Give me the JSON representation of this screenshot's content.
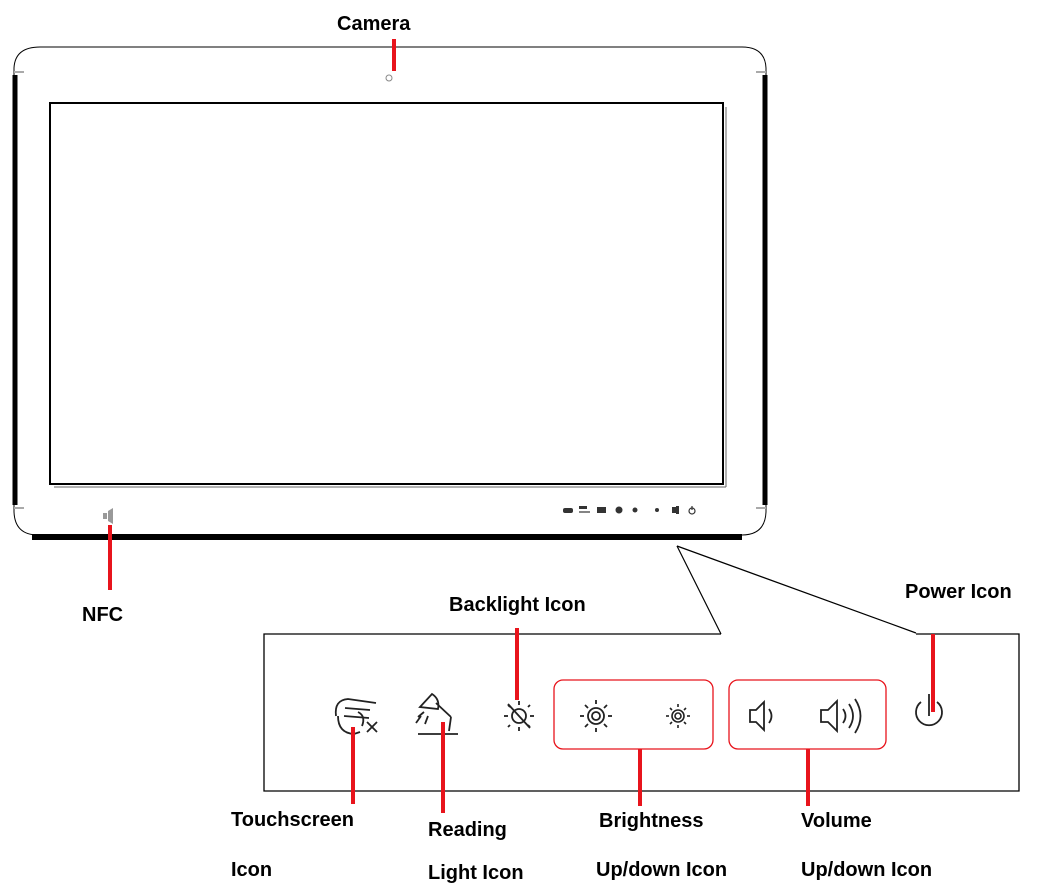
{
  "labels": {
    "camera": "Camera",
    "nfc": "NFC",
    "backlight": "Backlight Icon",
    "power": "Power Icon",
    "touchscreen_line1": "Touchscreen",
    "touchscreen_line2": "Icon",
    "reading_line1": "Reading",
    "reading_line2": "Light Icon",
    "brightness_line1": "Brightness",
    "brightness_line2": "Up/down Icon",
    "volume_line1": "Volume",
    "volume_line2": "Up/down Icon"
  },
  "colors": {
    "callout": "#e8141c",
    "outline": "#000000",
    "background": "#ffffff"
  },
  "icons": [
    "touchscreen-icon",
    "reading-light-icon",
    "backlight-icon",
    "brightness-up-icon",
    "brightness-down-icon",
    "volume-down-icon",
    "volume-up-icon",
    "power-icon"
  ]
}
